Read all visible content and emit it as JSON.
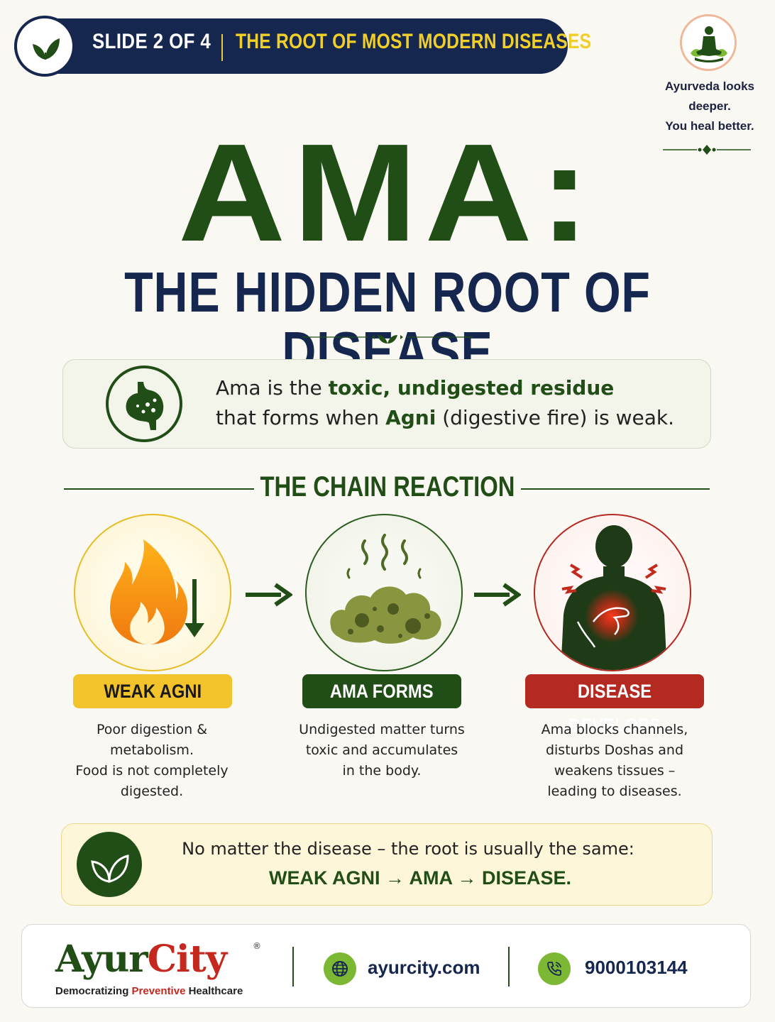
{
  "banner": {
    "slide": "SLIDE 2 OF 4",
    "title": "THE ROOT OF MOST MODERN DISEASES"
  },
  "tagline": {
    "line1": "Ayurveda looks",
    "line2": "deeper.",
    "line3": "You heal better."
  },
  "headline": {
    "main": "AMA:",
    "sub": "THE HIDDEN ROOT OF DISEASE"
  },
  "definition": {
    "p1": "Ama is the ",
    "h1": "toxic, undigested residue",
    "p2": "that forms when ",
    "h2": "Agni",
    "p3": " (digestive fire) is weak."
  },
  "chain": {
    "title": "THE CHAIN REACTION",
    "steps": [
      {
        "label": "WEAK AGNI",
        "lines": [
          "Poor digestion &",
          "metabolism.",
          "Food is not completely",
          "digested."
        ]
      },
      {
        "label": "AMA FORMS",
        "lines": [
          "Undigested matter turns",
          "toxic and accumulates",
          "in the body."
        ]
      },
      {
        "label": "DISEASE DEVELOPS",
        "lines": [
          "Ama blocks channels,",
          "disturbs Doshas and",
          "weakens tissues –",
          "leading to diseases."
        ]
      }
    ]
  },
  "message": {
    "line1": "No matter the disease – the root is usually the same:",
    "line2": "WEAK AGNI → AMA → DISEASE."
  },
  "footer": {
    "brand_part1": "Ayur",
    "brand_part2": "City",
    "registered": "®",
    "tag_part1": "Democratizing ",
    "tag_part2": "Preventive",
    "tag_part3": " Healthcare",
    "website": "ayurcity.com",
    "phone": "9000103144"
  },
  "colors": {
    "green": "#214d16",
    "navy": "#16274f",
    "yellow": "#f2c32a",
    "red": "#b42a20",
    "lime": "#7cb833"
  }
}
